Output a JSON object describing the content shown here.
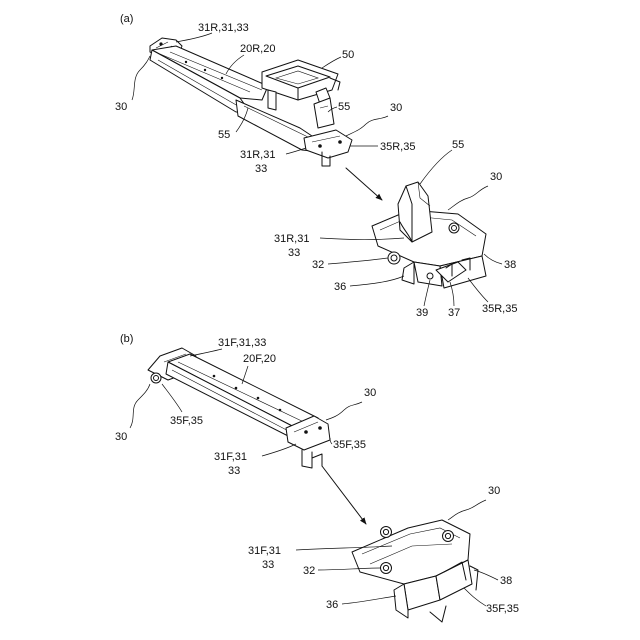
{
  "panels": {
    "a": {
      "label": "(a)",
      "overview": {
        "top_ref": "31R,31,33",
        "member_ref": "20R,20",
        "bracket_ref": "50",
        "left_ref": "30",
        "mount_ref": "55",
        "lower_mount_ref": "55",
        "right_ref": "30",
        "bottom_ref_line1": "31R,31",
        "bottom_ref_line2": "33",
        "end_ref": "35R,35"
      },
      "detail": {
        "upright_ref": "55",
        "assembly_ref": "30",
        "plate_ref_line1": "31R,31",
        "plate_ref_line2": "33",
        "bolt_ref": "32",
        "side_ref": "38",
        "flange_ref": "36",
        "hole_ref": "39",
        "slot_ref": "37",
        "end_ref": "35R,35"
      }
    },
    "b": {
      "label": "(b)",
      "overview": {
        "top_ref": "31F,31,33",
        "member_ref": "20F,20",
        "left_ref": "30",
        "left_end_ref": "35F,35",
        "right_ref": "30",
        "right_end_ref": "35F,35",
        "bottom_ref_line1": "31F,31",
        "bottom_ref_line2": "33"
      },
      "detail": {
        "assembly_ref": "30",
        "plate_ref_line1": "31F,31",
        "plate_ref_line2": "33",
        "bolt_ref": "32",
        "side_ref": "38",
        "flange_ref": "36",
        "end_ref": "35F,35"
      }
    }
  }
}
